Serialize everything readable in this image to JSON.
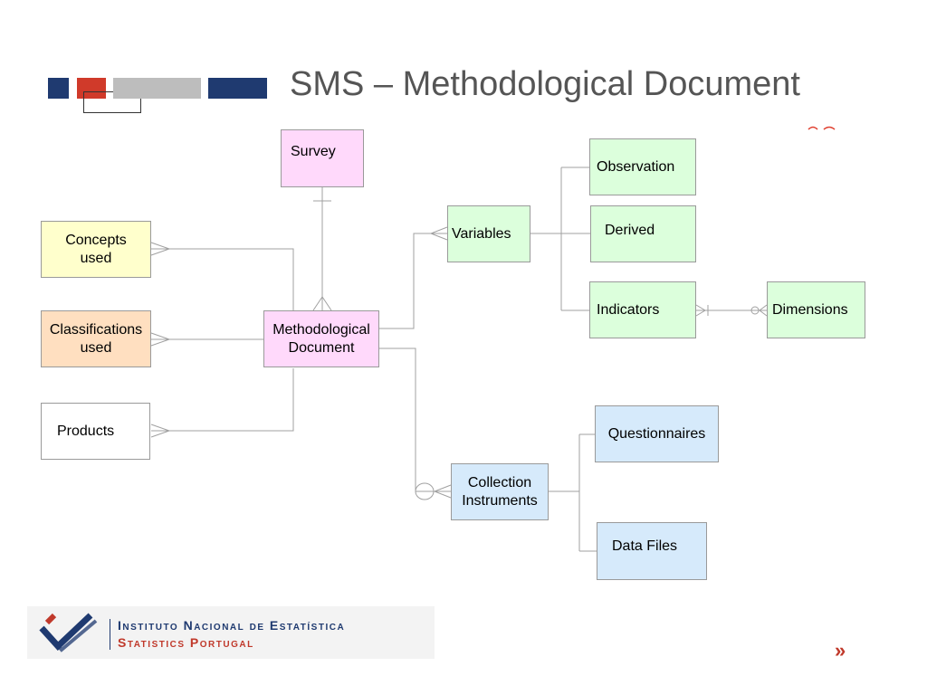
{
  "title": "SMS – Methodological Document",
  "colors": {
    "navy": "#1f3a70",
    "red": "#d03a2a",
    "gray": "#bdbdbd",
    "pink": "#ffd9fb",
    "yellow": "#ffffcc",
    "orange": "#ffdfc0",
    "green": "#dcffdc",
    "blue": "#d6eafb",
    "white": "#ffffff"
  },
  "entities": {
    "survey": "Survey",
    "concepts": "Concepts\nused",
    "classifications": "Classifications\nused",
    "products": "Products",
    "methodological": "Methodological\nDocument",
    "variables": "Variables",
    "observation": "Observation",
    "derived": "Derived",
    "indicators": "Indicators",
    "dimensions": "Dimensions",
    "collection": "Collection\nInstruments",
    "questionnaires": "Questionnaires",
    "datafiles": "Data Files"
  },
  "footer": {
    "org_line1": "Instituto Nacional de Estatística",
    "org_line2": "Statistics Portugal",
    "next_glyph": "»"
  }
}
